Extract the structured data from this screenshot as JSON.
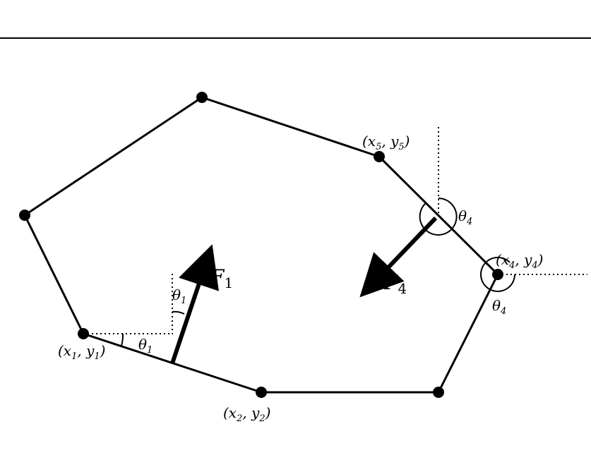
{
  "labels": {
    "p1": {
      "base": "(x",
      "s1": "1",
      "mid": ", y",
      "s2": "1",
      "end": ")"
    },
    "p2": {
      "base": "(x",
      "s1": "2",
      "mid": ", y",
      "s2": "2",
      "end": ")"
    },
    "p4": {
      "base": "(x",
      "s1": "4",
      "mid": ", y",
      "s2": "4",
      "end": ")"
    },
    "p5": {
      "base": "(x",
      "s1": "5",
      "mid": ", y",
      "s2": "5",
      "end": ")"
    },
    "theta1_a": {
      "base": "θ",
      "sub": "1"
    },
    "theta1_b": {
      "base": "θ",
      "sub": "1"
    },
    "theta4_a": {
      "base": "θ",
      "sub": "4"
    },
    "theta4_b": {
      "base": "θ",
      "sub": "4"
    },
    "force1": {
      "base": "F",
      "sub": "1"
    },
    "force4": {
      "base": "F",
      "sub": "4"
    }
  },
  "colors": {
    "stroke": "#000000",
    "background": "#ffffff"
  }
}
